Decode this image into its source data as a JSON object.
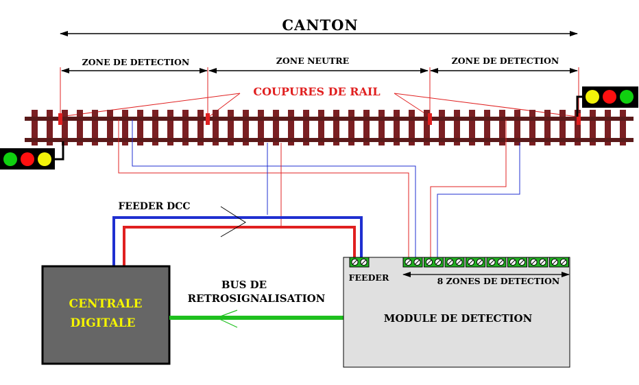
{
  "labels": {
    "canton": "CANTON",
    "zone_left": "ZONE DE DETECTION",
    "zone_neutral": "ZONE NEUTRE",
    "zone_right": "ZONE DE DETECTION",
    "rail_cuts": "COUPURES DE RAIL",
    "feeder_dcc": "FEEDER DCC",
    "bus_line1": "BUS DE",
    "bus_line2": "RETROSIGNALISATION",
    "central_line1": "CENTRALE",
    "central_line2": "DIGITALE",
    "feeder": "FEEDER",
    "zones8": "8 ZONES DE DETECTION",
    "module": "MODULE DE DETECTION"
  },
  "colors": {
    "rail": "#5a1a1a",
    "tie": "#7a1f22",
    "cut": "#e02020",
    "wire_red": "#e02020",
    "wire_blue": "#1f2fd0",
    "bus_green": "#1ec01e",
    "central_fill": "#666666",
    "central_text": "#f5f500",
    "module_fill": "#e0e0e0",
    "terminal_green": "#22b022",
    "signal_red": "#ff1010",
    "signal_yellow": "#f2f20a",
    "signal_green": "#10d010"
  },
  "signals": {
    "left": [
      "green",
      "red",
      "yellow"
    ],
    "right": [
      "yellow",
      "red",
      "green"
    ]
  },
  "terminals": {
    "feeder_count": 2,
    "zone_pairs": 8
  }
}
